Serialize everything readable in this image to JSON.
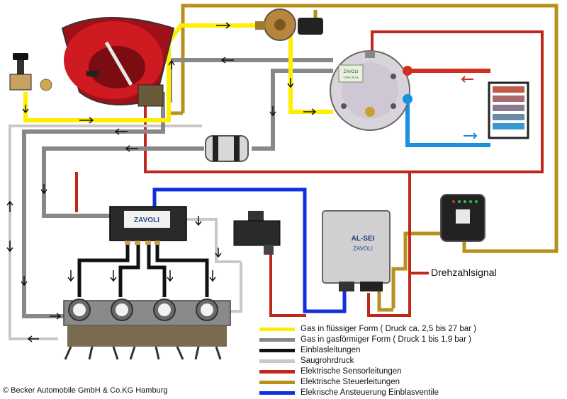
{
  "drehzahl_label": "Drehzahlsignal",
  "copyright": "© Becker Automobile GmbH & Co.KG Hamburg",
  "components": {
    "ecu_brand": "AL-SEI",
    "ecu_brand2": "ZAVOLI",
    "rail_brand": "ZAVOLI",
    "reducer_brand": "ZAVOLI",
    "reducer_type": "TYPE ZETA"
  },
  "colors": {
    "liquid": "#ffee00",
    "gas": "#888888",
    "injection": "#111111",
    "suction": "#c8c8c8",
    "sensor": "#c0281c",
    "control": "#b8901e",
    "injector_control": "#1030e0",
    "coolant_hot": "#d03020",
    "coolant_cold": "#1890e0"
  },
  "legend": [
    {
      "label": "Gas in flüssiger Form ( Druck ca. 2,5 bis 27 bar )",
      "color": "#ffee00"
    },
    {
      "label": "Gas in gasförmiger Form ( Druck 1 bis 1,9 bar )",
      "color": "#888888"
    },
    {
      "label": "Einblasleitungen",
      "color": "#111111"
    },
    {
      "label": "Saugrohrdruck",
      "color": "#c8c8c8"
    },
    {
      "label": "Elektrische Sensorleitungen",
      "color": "#c0281c"
    },
    {
      "label": "Elektrische Steuerleitungen",
      "color": "#b8901e"
    },
    {
      "label": "Elekrische Ansteuerung Einblasventile",
      "color": "#1030e0"
    }
  ]
}
